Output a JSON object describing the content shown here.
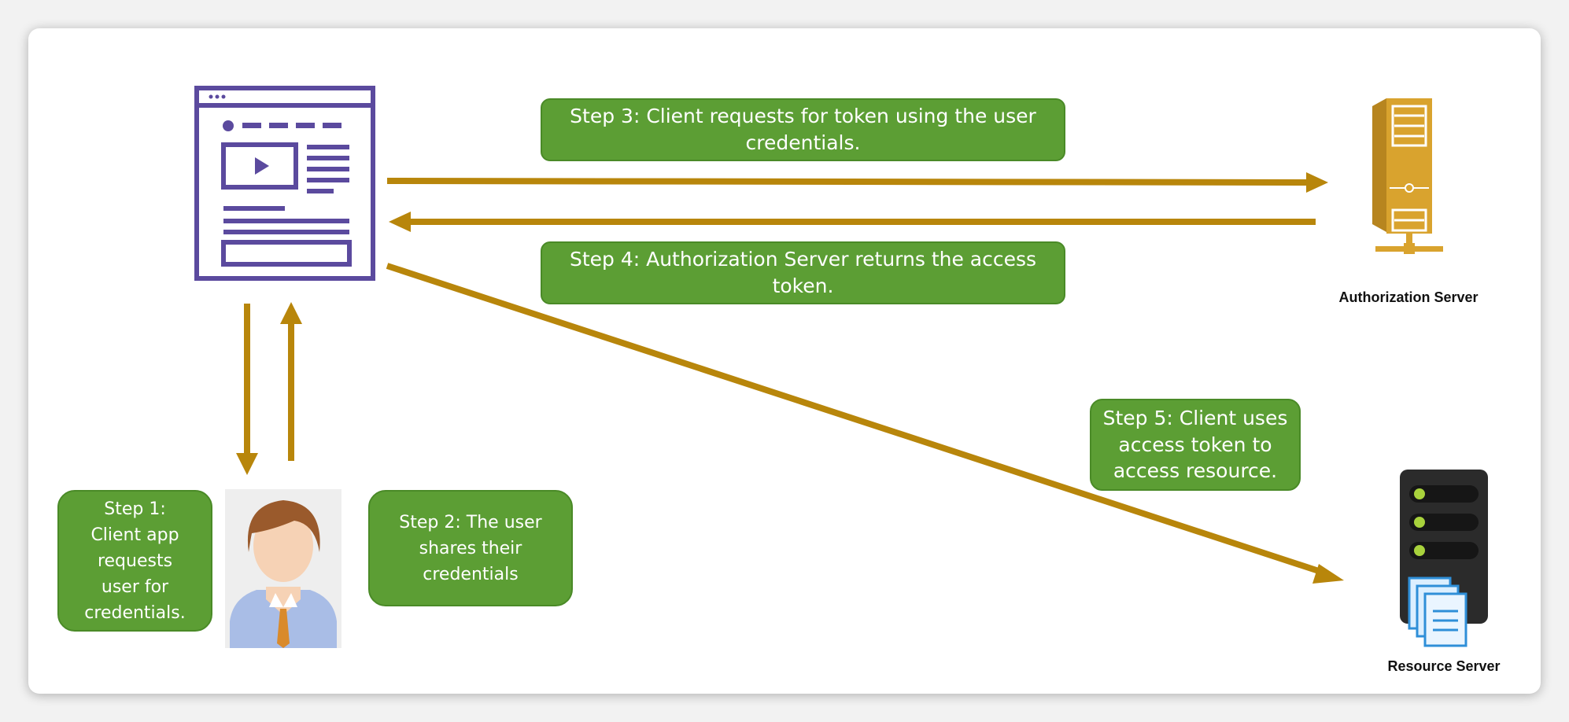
{
  "steps": {
    "step1": "Step 1:\nClient app\nrequests\nuser for\ncredentials.",
    "step2": "Step 2:  The user\nshares their\ncredentials",
    "step3": "Step 3: Client requests for token using the user\ncredentials.",
    "step4": "Step 4: Authorization Server returns the access\ntoken.",
    "step5": "Step 5: Client uses\naccess token to\naccess resource."
  },
  "labels": {
    "authorization_server": "Authorization Server",
    "resource_server": "Resource Server"
  },
  "icons": {
    "client": "browser-window-icon",
    "user": "user-avatar-icon",
    "authorization_server": "tower-server-icon",
    "resource_server": "server-rack-icon"
  },
  "colors": {
    "step_box": "#5c9e34",
    "arrow": "#b8860b",
    "browser": "#5b4a9e",
    "auth_server": "#d9a32e",
    "resource_server": "#2b2b2b"
  }
}
